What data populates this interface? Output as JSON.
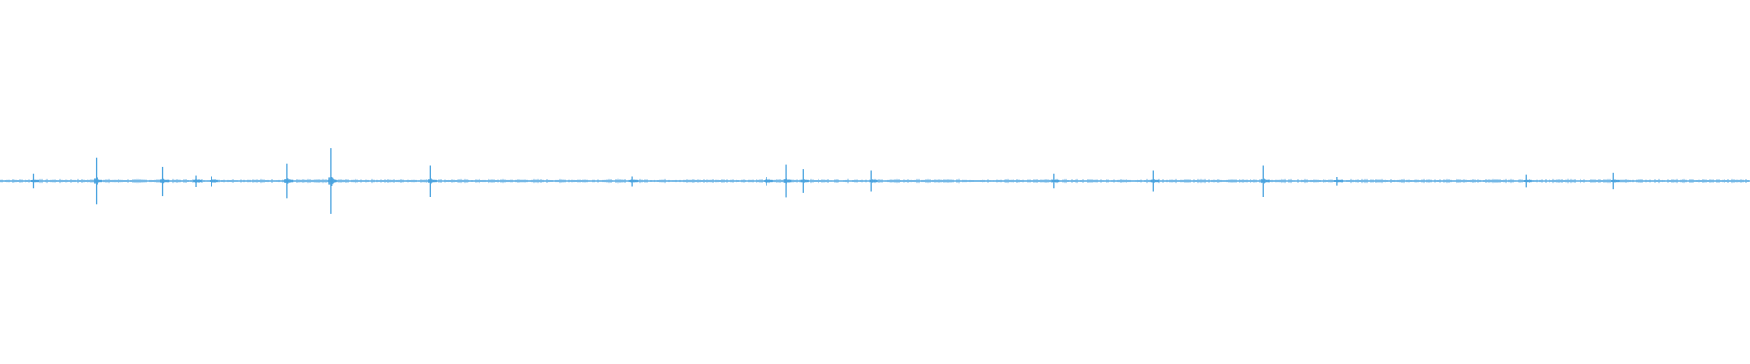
{
  "waveform": {
    "color": "#4aa3df",
    "background": "#ffffff",
    "transients": [
      {
        "position": 0.019,
        "amplitude": 0.18
      },
      {
        "position": 0.055,
        "amplitude": 0.55
      },
      {
        "position": 0.093,
        "amplitude": 0.35
      },
      {
        "position": 0.112,
        "amplitude": 0.14
      },
      {
        "position": 0.121,
        "amplitude": 0.12
      },
      {
        "position": 0.164,
        "amplitude": 0.42
      },
      {
        "position": 0.189,
        "amplitude": 0.78
      },
      {
        "position": 0.246,
        "amplitude": 0.38
      },
      {
        "position": 0.361,
        "amplitude": 0.12
      },
      {
        "position": 0.438,
        "amplitude": 0.1
      },
      {
        "position": 0.449,
        "amplitude": 0.4
      },
      {
        "position": 0.459,
        "amplitude": 0.28
      },
      {
        "position": 0.498,
        "amplitude": 0.25
      },
      {
        "position": 0.602,
        "amplitude": 0.18
      },
      {
        "position": 0.659,
        "amplitude": 0.25
      },
      {
        "position": 0.722,
        "amplitude": 0.38
      },
      {
        "position": 0.764,
        "amplitude": 0.1
      },
      {
        "position": 0.872,
        "amplitude": 0.16
      },
      {
        "position": 0.922,
        "amplitude": 0.2
      }
    ]
  }
}
